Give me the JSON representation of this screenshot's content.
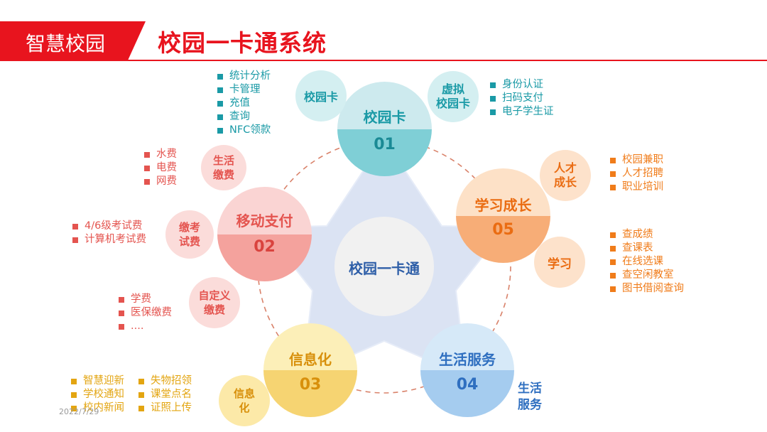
{
  "header": {
    "tag": "智慧校园",
    "title": "校园一卡通系统"
  },
  "center": {
    "label": "校园一卡通"
  },
  "colors": {
    "teal": "#1a9aa6",
    "red": "#e4544f",
    "orange": "#f07c1a",
    "yellow": "#e3a511",
    "blue": "#2f6fc0"
  },
  "modules": {
    "card": {
      "title": "校园卡",
      "num": "01",
      "sub_left": "校园卡",
      "sub_right": "虚拟\n校园卡",
      "list_left": [
        "统计分析",
        "卡管理",
        "充值",
        "查询",
        "NFC领款"
      ],
      "list_right": [
        "身份认证",
        "扫码支付",
        "电子学生证"
      ]
    },
    "pay": {
      "title": "移动支付",
      "num": "02",
      "sub_top": "生活\n缴费",
      "sub_mid": "缴考\n试费",
      "sub_bot": "自定义\n缴费",
      "list_top": [
        "水费",
        "电费",
        "网费"
      ],
      "list_mid": [
        "4/6级考试费",
        "计算机考试费"
      ],
      "list_bot": [
        "学费",
        "医保缴费",
        "...."
      ]
    },
    "info": {
      "title": "信息化",
      "num": "03",
      "sub": "信息\n化",
      "list_col1": [
        "智慧迎新",
        "学校通知",
        "校内新闻"
      ],
      "list_col2": [
        "失物招领",
        "课堂点名",
        "证照上传"
      ]
    },
    "life": {
      "title": "生活服务",
      "num": "04",
      "sub": "生活\n服务"
    },
    "study": {
      "title": "学习成长",
      "num": "05",
      "sub_top": "人才\n成长",
      "sub_bot": "学习",
      "list_top": [
        "校园兼职",
        "人才招聘",
        "职业培训"
      ],
      "list_bot": [
        "查成绩",
        "查课表",
        "在线选课",
        "查空闲教室",
        "图书借阅查询"
      ]
    }
  },
  "footer": {
    "date": "2022/7/29"
  }
}
